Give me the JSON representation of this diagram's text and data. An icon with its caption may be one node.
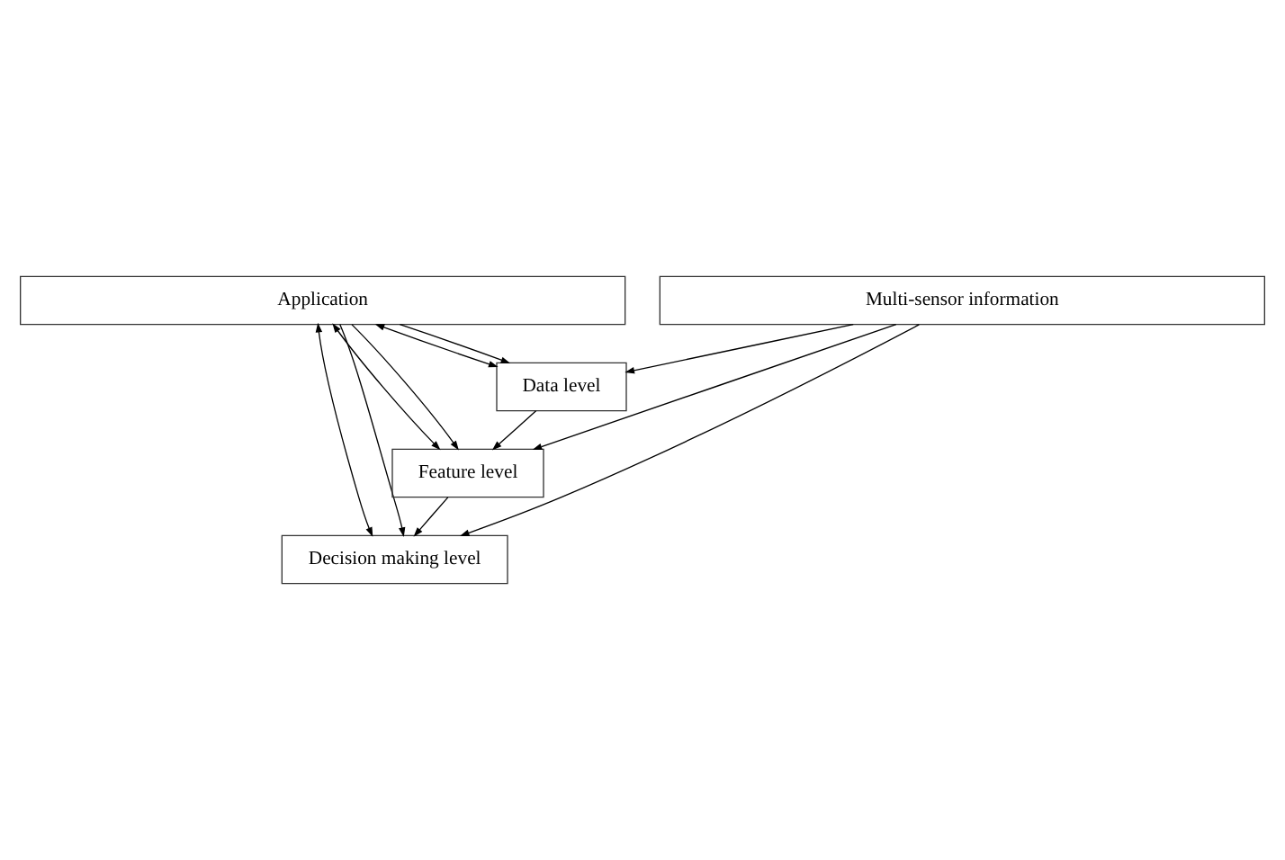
{
  "diagram": {
    "nodes": [
      {
        "text": [
          "Application"
        ]
      },
      {
        "text": [
          "Decision making level"
        ]
      },
      {
        "text": [
          "Feature level"
        ]
      },
      {
        "text": [
          "Data level"
        ]
      },
      {
        "text": [
          "Multi-sensor information"
        ]
      }
    ],
    "edges": [
      {
        "from": 0,
        "to": 3,
        "arrow": "both"
      },
      {
        "from": 0,
        "to": 2,
        "arrow": "both"
      },
      {
        "from": 0,
        "to": 1,
        "arrow": "both"
      },
      {
        "from": 0,
        "to": 1,
        "arrow": "to"
      },
      {
        "from": 0,
        "to": 2,
        "arrow": "to"
      },
      {
        "from": 0,
        "to": 3,
        "arrow": "to"
      },
      {
        "from": 3,
        "to": 2,
        "arrow": "to"
      },
      {
        "from": 2,
        "to": 1,
        "arrow": "to"
      },
      {
        "from": 4,
        "to": 3,
        "arrow": "to"
      },
      {
        "from": 4,
        "to": 2,
        "arrow": "to"
      },
      {
        "from": 4,
        "to": 1,
        "arrow": "to"
      }
    ]
  }
}
